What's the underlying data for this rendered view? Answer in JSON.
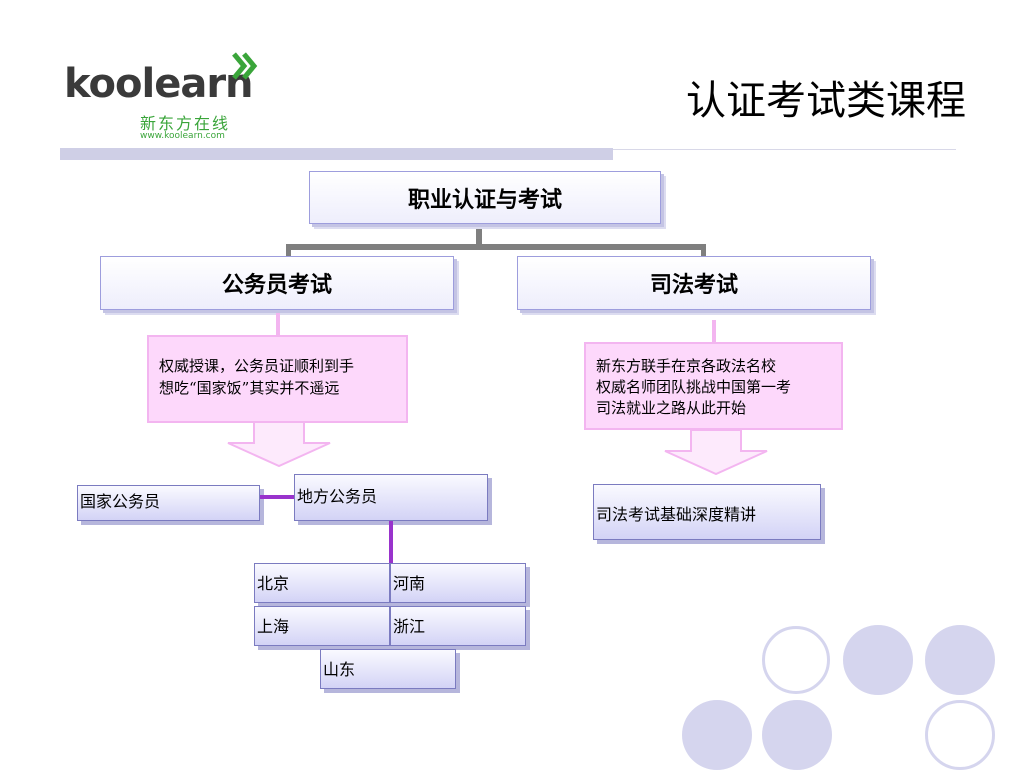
{
  "header": {
    "logo_text": "koolearn",
    "logo_chinese": "新东方在线",
    "logo_url": "www.koolearn.com",
    "title": "认证考试类课程"
  },
  "diagram": {
    "root": "职业认证与考试",
    "branches": [
      {
        "label": "公务员考试",
        "description": [
          "权威授课，公务员证顺利到手",
          "想吃“国家饭”其实并不遥远"
        ],
        "items": [
          "国家公务员",
          "地方公务员"
        ],
        "subitems": [
          "北京",
          "河南",
          "上海",
          "浙江",
          "山东"
        ]
      },
      {
        "label": "司法考试",
        "description": [
          "新东方联手在京各政法名校",
          "权威名师团队挑战中国第一考",
          "司法就业之路从此开始"
        ],
        "items": [
          "司法考试基础深度精讲"
        ]
      }
    ]
  },
  "colors": {
    "connector_gray": "#7f7f7f",
    "connector_purple": "#9933cc",
    "connector_pink": "#f3b5f0",
    "box_border": "#9d9ddd",
    "pink_fill": "#fdd8fb",
    "logo_green": "#3aa53a"
  },
  "decorations": {
    "circles": [
      "outline",
      "filled",
      "filled",
      "filled",
      "filled",
      "outline"
    ]
  }
}
